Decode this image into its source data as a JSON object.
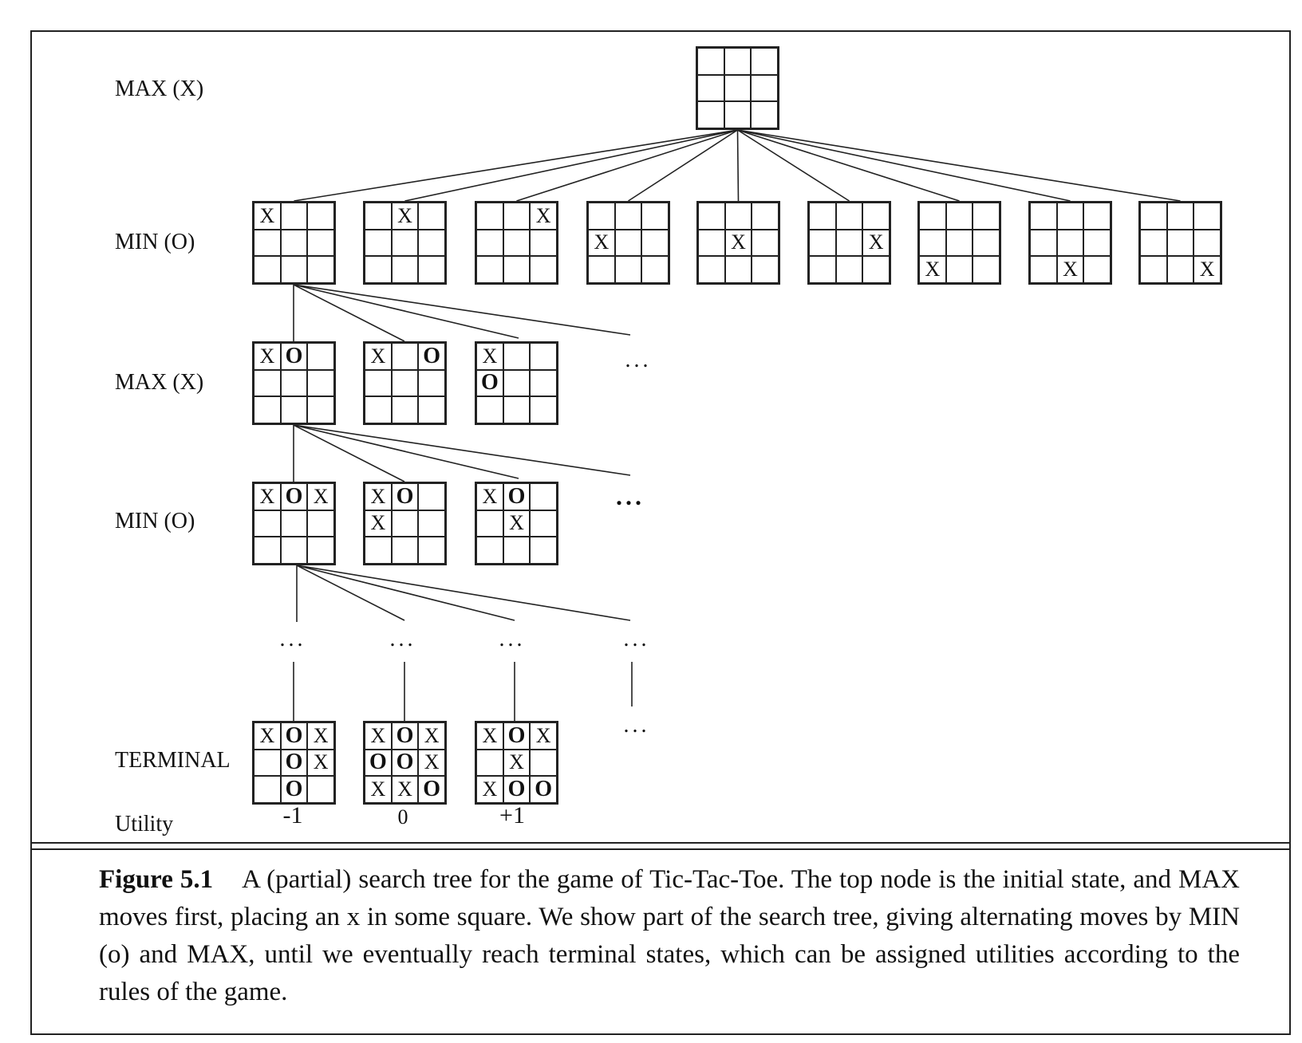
{
  "levels": {
    "max1": "MAX (X)",
    "min1": "MIN (O)",
    "max2": "MAX (X)",
    "min2": "MIN (O)",
    "terminal": "TERMINAL",
    "utility": "Utility"
  },
  "boards": {
    "root": [
      "",
      "",
      "",
      "",
      "",
      "",
      "",
      "",
      ""
    ],
    "level1": [
      [
        "X",
        "",
        "",
        "",
        "",
        "",
        "",
        "",
        ""
      ],
      [
        "",
        "X",
        "",
        "",
        "",
        "",
        "",
        "",
        ""
      ],
      [
        "",
        "",
        "X",
        "",
        "",
        "",
        "",
        "",
        ""
      ],
      [
        "",
        "",
        "",
        "X",
        "",
        "",
        "",
        "",
        ""
      ],
      [
        "",
        "",
        "",
        "",
        "X",
        "",
        "",
        "",
        ""
      ],
      [
        "",
        "",
        "",
        "",
        "",
        "X",
        "",
        "",
        ""
      ],
      [
        "",
        "",
        "",
        "",
        "",
        "",
        "X",
        "",
        ""
      ],
      [
        "",
        "",
        "",
        "",
        "",
        "",
        "",
        "X",
        ""
      ],
      [
        "",
        "",
        "",
        "",
        "",
        "",
        "",
        "",
        "X"
      ]
    ],
    "level2": [
      [
        "X",
        "O",
        "",
        "",
        "",
        "",
        "",
        "",
        ""
      ],
      [
        "X",
        "",
        "O",
        "",
        "",
        "",
        "",
        "",
        ""
      ],
      [
        "X",
        "",
        "",
        "O",
        "",
        "",
        "",
        "",
        ""
      ]
    ],
    "level3": [
      [
        "X",
        "O",
        "X",
        "",
        "",
        "",
        "",
        "",
        ""
      ],
      [
        "X",
        "O",
        "",
        "X",
        "",
        "",
        "",
        "",
        ""
      ],
      [
        "X",
        "O",
        "",
        "",
        "X",
        "",
        "",
        "",
        ""
      ]
    ],
    "terminal": [
      [
        "X",
        "O",
        "X",
        "",
        "O",
        "X",
        "",
        "O",
        ""
      ],
      [
        "X",
        "O",
        "X",
        "O",
        "O",
        "X",
        "X",
        "X",
        "O"
      ],
      [
        "X",
        "O",
        "X",
        "",
        "X",
        "",
        "X",
        "O",
        "O"
      ]
    ]
  },
  "ellipsis": "...",
  "utilities": [
    "-1",
    "0",
    "+1"
  ],
  "caption": {
    "label": "Figure 5.1",
    "text": "A (partial) search tree for the game of Tic-Tac-Toe. The top node is the initial state, and MAX moves first, placing an x in some square. We show part of the search tree, giving alternating moves by MIN (o) and MAX, until we eventually reach terminal states, which can be assigned utilities according to the rules of the game."
  }
}
